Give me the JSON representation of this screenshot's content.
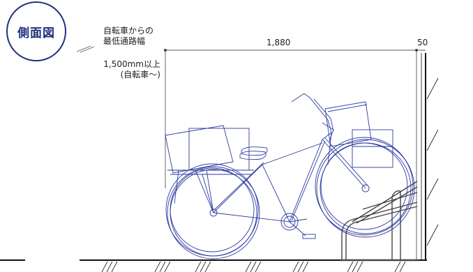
{
  "badge": {
    "text": "側面図"
  },
  "labels": {
    "passage_line1": "自転車からの",
    "passage_line2": "最低通路幅",
    "passage_value_line1": "1,500mm以上",
    "passage_value_line2": "(自転車〜)",
    "depth": "1,880",
    "wall_gap": "50"
  },
  "colors": {
    "badge": "#1f2f7f",
    "bicycle": "#2c3a9e",
    "rack": "#444444",
    "ground": "#111111",
    "dimension": "#555555",
    "text": "#222222"
  }
}
